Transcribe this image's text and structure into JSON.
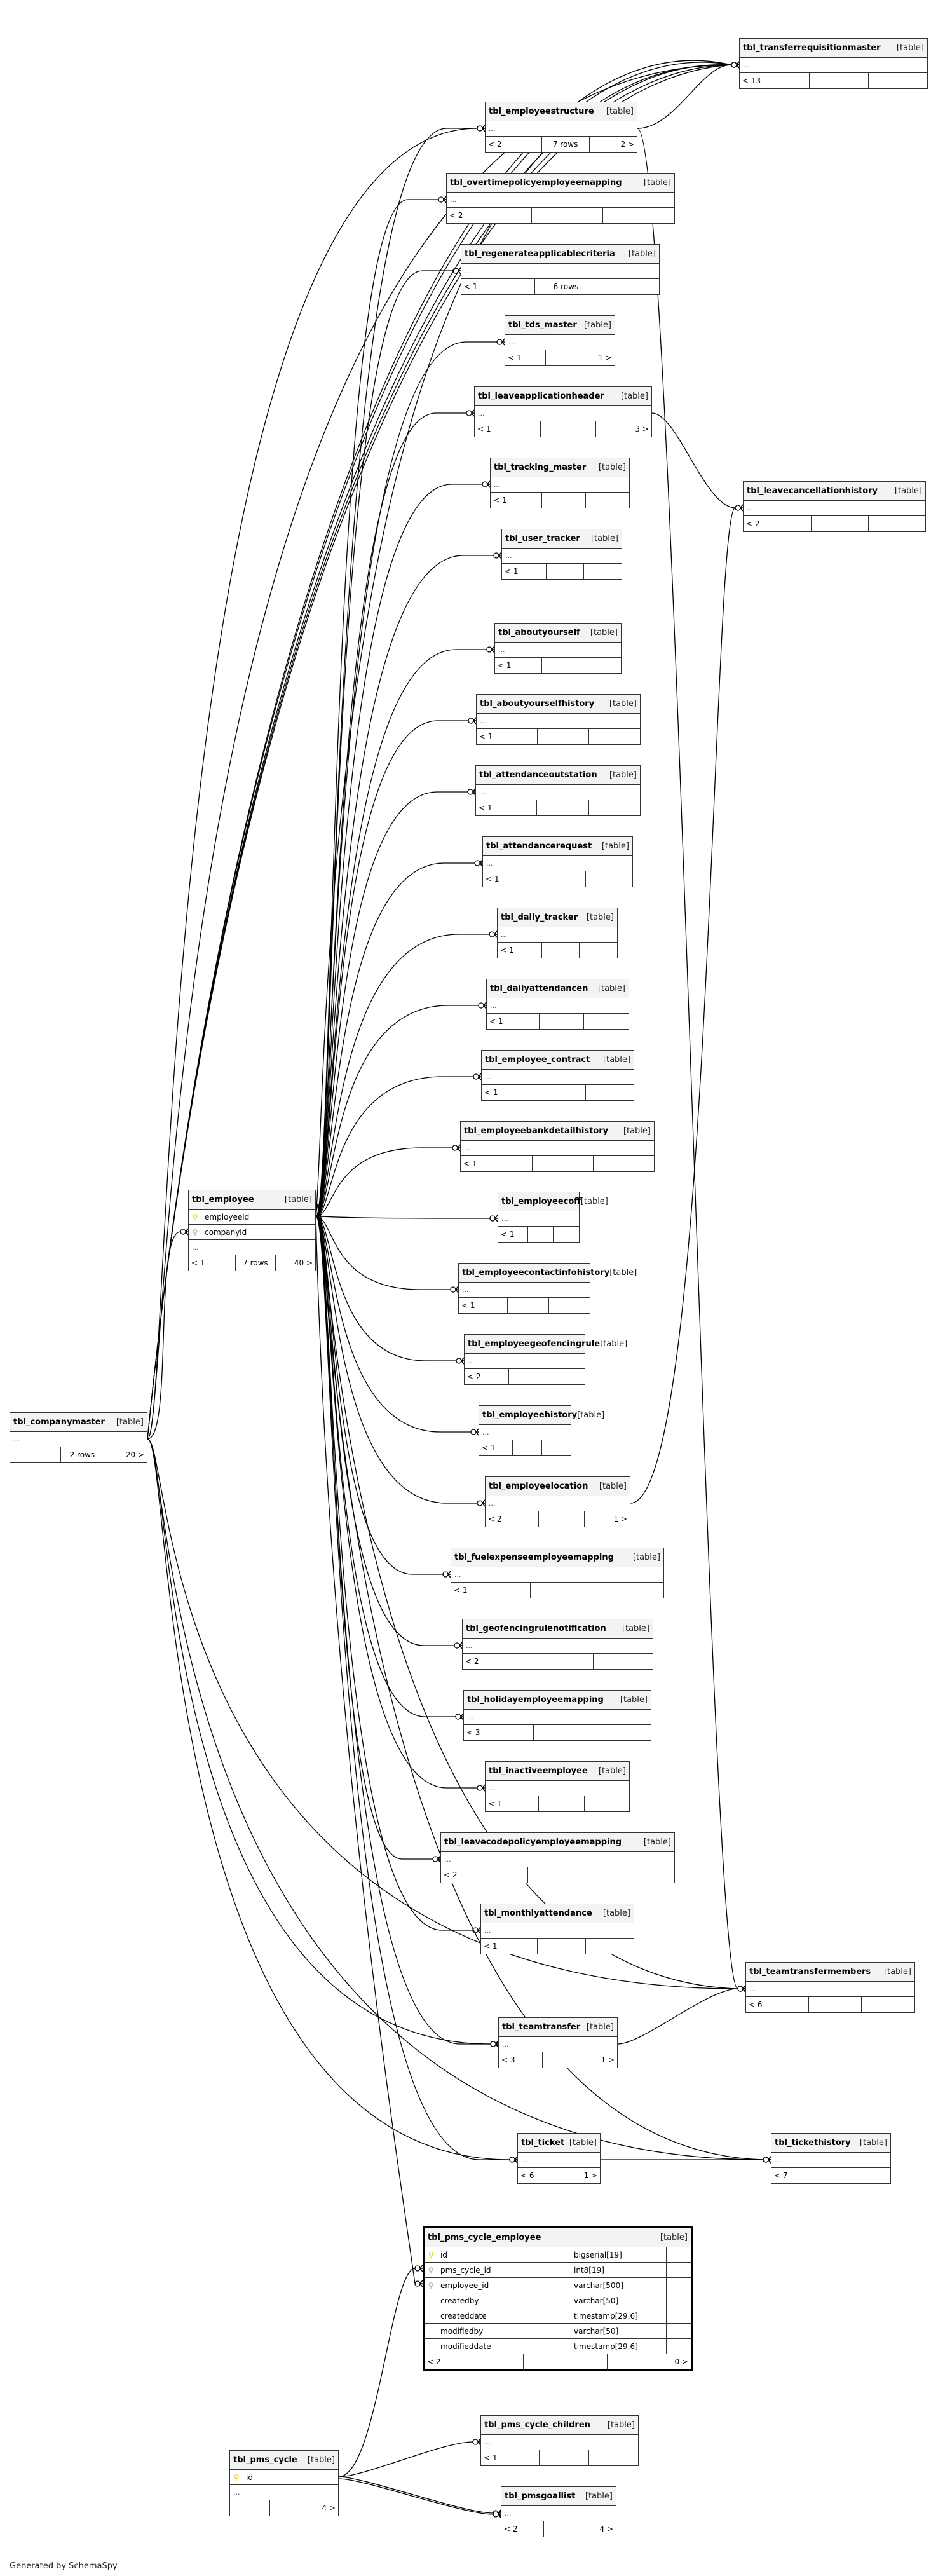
{
  "diagram": {
    "kind_label": "[table]",
    "ellipsis": "...",
    "generated_by": "Generated by SchemaSpy"
  },
  "tables": [
    {
      "id": "transferrequisitionmaster",
      "name": "tbl_transferrequisitionmaster",
      "parents": "< 13",
      "rows": "",
      "children": ""
    },
    {
      "id": "employeestructure",
      "name": "tbl_employeestructure",
      "parents": "< 2",
      "rows": "7 rows",
      "children": "2 >"
    },
    {
      "id": "overtimepolicyemployeemapping",
      "name": "tbl_overtimepolicyemployeemapping",
      "parents": "< 2",
      "rows": "",
      "children": ""
    },
    {
      "id": "regenerateapplicablecriteria",
      "name": "tbl_regenerateapplicablecriteria",
      "parents": "< 1",
      "rows": "6 rows",
      "children": ""
    },
    {
      "id": "tds_master",
      "name": "tbl_tds_master",
      "parents": "< 1",
      "rows": "",
      "children": "1 >"
    },
    {
      "id": "leaveapplicationheader",
      "name": "tbl_leaveapplicationheader",
      "parents": "< 1",
      "rows": "",
      "children": "3 >"
    },
    {
      "id": "leavecancellationhistory",
      "name": "tbl_leavecancellationhistory",
      "parents": "< 2",
      "rows": "",
      "children": ""
    },
    {
      "id": "tracking_master",
      "name": "tbl_tracking_master",
      "parents": "< 1",
      "rows": "",
      "children": ""
    },
    {
      "id": "user_tracker",
      "name": "tbl_user_tracker",
      "parents": "< 1",
      "rows": "",
      "children": ""
    },
    {
      "id": "aboutyourself",
      "name": "tbl_aboutyourself",
      "parents": "< 1",
      "rows": "",
      "children": ""
    },
    {
      "id": "aboutyourselfhistory",
      "name": "tbl_aboutyourselfhistory",
      "parents": "< 1",
      "rows": "",
      "children": ""
    },
    {
      "id": "attendanceoutstation",
      "name": "tbl_attendanceoutstation",
      "parents": "< 1",
      "rows": "",
      "children": ""
    },
    {
      "id": "attendancerequest",
      "name": "tbl_attendancerequest",
      "parents": "< 1",
      "rows": "",
      "children": ""
    },
    {
      "id": "daily_tracker",
      "name": "tbl_daily_tracker",
      "parents": "< 1",
      "rows": "",
      "children": ""
    },
    {
      "id": "dailyattendancen",
      "name": "tbl_dailyattendancen",
      "parents": "< 1",
      "rows": "",
      "children": ""
    },
    {
      "id": "employee_contract",
      "name": "tbl_employee_contract",
      "parents": "< 1",
      "rows": "",
      "children": ""
    },
    {
      "id": "employeebankdetailhistory",
      "name": "tbl_employeebankdetailhistory",
      "parents": "< 1",
      "rows": "",
      "children": ""
    },
    {
      "id": "employee",
      "name": "tbl_employee",
      "parents": "< 1",
      "rows": "7 rows",
      "children": "40 >",
      "columns": [
        {
          "name": "employeeid",
          "key": "pk"
        },
        {
          "name": "companyid",
          "key": "fk"
        }
      ]
    },
    {
      "id": "employeecoff",
      "name": "tbl_employeecoff",
      "parents": "< 1",
      "rows": "",
      "children": ""
    },
    {
      "id": "employeecontactinfohistory",
      "name": "tbl_employeecontactinfohistory",
      "parents": "< 1",
      "rows": "",
      "children": ""
    },
    {
      "id": "employeegeofencingrule",
      "name": "tbl_employeegeofencingrule",
      "parents": "< 2",
      "rows": "",
      "children": ""
    },
    {
      "id": "companymaster",
      "name": "tbl_companymaster",
      "parents": "",
      "rows": "2 rows",
      "children": "20 >"
    },
    {
      "id": "employeehistory",
      "name": "tbl_employeehistory",
      "parents": "< 1",
      "rows": "",
      "children": ""
    },
    {
      "id": "employeelocation",
      "name": "tbl_employeelocation",
      "parents": "< 2",
      "rows": "",
      "children": "1 >"
    },
    {
      "id": "fuelexpenseemployeemapping",
      "name": "tbl_fuelexpenseemployeemapping",
      "parents": "< 1",
      "rows": "",
      "children": ""
    },
    {
      "id": "geofencingrulenotification",
      "name": "tbl_geofencingrulenotification",
      "parents": "< 2",
      "rows": "",
      "children": ""
    },
    {
      "id": "holidayemployeemapping",
      "name": "tbl_holidayemployeemapping",
      "parents": "< 3",
      "rows": "",
      "children": ""
    },
    {
      "id": "inactiveemployee",
      "name": "tbl_inactiveemployee",
      "parents": "< 1",
      "rows": "",
      "children": ""
    },
    {
      "id": "leavecodepolicyemployeemapping",
      "name": "tbl_leavecodepolicyemployeemapping",
      "parents": "< 2",
      "rows": "",
      "children": ""
    },
    {
      "id": "monthlyattendance",
      "name": "tbl_monthlyattendance",
      "parents": "< 1",
      "rows": "",
      "children": ""
    },
    {
      "id": "teamtransfermembers",
      "name": "tbl_teamtransfermembers",
      "parents": "< 6",
      "rows": "",
      "children": ""
    },
    {
      "id": "teamtransfer",
      "name": "tbl_teamtransfer",
      "parents": "< 3",
      "rows": "",
      "children": "1 >"
    },
    {
      "id": "ticket",
      "name": "tbl_ticket",
      "parents": "< 6",
      "rows": "",
      "children": "1 >"
    },
    {
      "id": "tickethistory",
      "name": "tbl_tickethistory",
      "parents": "< 7",
      "rows": "",
      "children": ""
    },
    {
      "id": "pms_cycle_employee",
      "name": "tbl_pms_cycle_employee",
      "parents": "< 2",
      "rows": "",
      "children": "0 >",
      "focus": true,
      "detail_columns": [
        {
          "name": "id",
          "key": "pk",
          "type": "bigserial[19]"
        },
        {
          "name": "pms_cycle_id",
          "key": "fk",
          "type": "int8[19]"
        },
        {
          "name": "employee_id",
          "key": "fk",
          "type": "varchar[500]"
        },
        {
          "name": "createdby",
          "key": "none",
          "type": "varchar[50]"
        },
        {
          "name": "createddate",
          "key": "none",
          "type": "timestamp[29,6]"
        },
        {
          "name": "modifiedby",
          "key": "none",
          "type": "varchar[50]"
        },
        {
          "name": "modifieddate",
          "key": "none",
          "type": "timestamp[29,6]"
        }
      ]
    },
    {
      "id": "pms_cycle_children",
      "name": "tbl_pms_cycle_children",
      "parents": "< 1",
      "rows": "",
      "children": ""
    },
    {
      "id": "pms_cycle",
      "name": "tbl_pms_cycle",
      "parents": "",
      "rows": "",
      "children": "4 >",
      "columns": [
        {
          "name": "id",
          "key": "pk"
        }
      ]
    },
    {
      "id": "pmsgoallist",
      "name": "tbl_pmsgoallist",
      "parents": "< 2",
      "rows": "",
      "children": "4 >"
    }
  ]
}
